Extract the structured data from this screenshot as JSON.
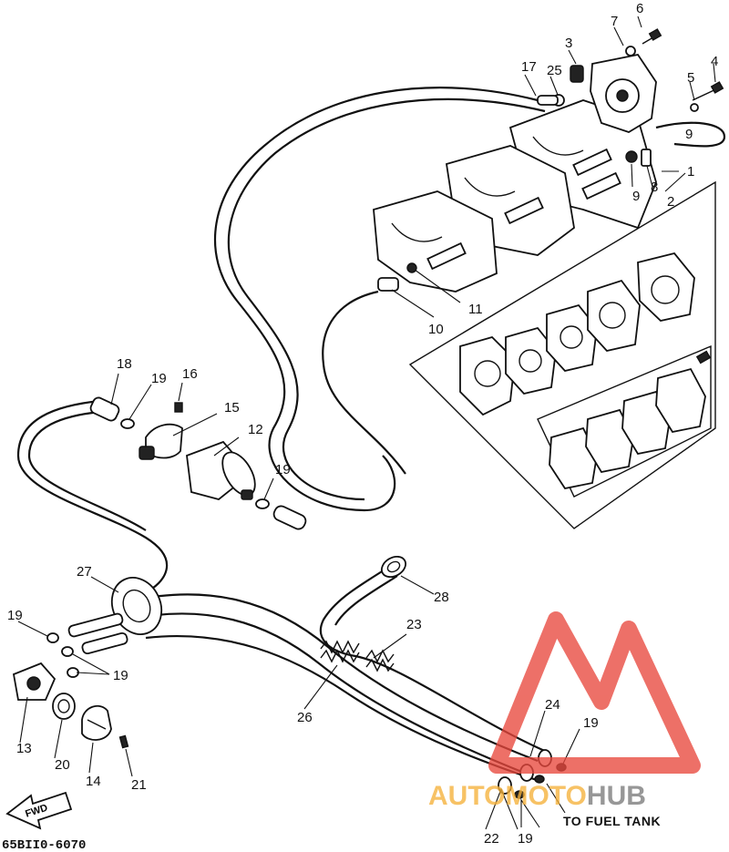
{
  "callouts": [
    {
      "label": "1"
    },
    {
      "label": "2"
    },
    {
      "label": "3"
    },
    {
      "label": "4"
    },
    {
      "label": "5"
    },
    {
      "label": "6"
    },
    {
      "label": "7"
    },
    {
      "label": "8"
    },
    {
      "label": "9"
    },
    {
      "label": "9"
    },
    {
      "label": "10"
    },
    {
      "label": "11"
    },
    {
      "label": "12"
    },
    {
      "label": "13"
    },
    {
      "label": "14"
    },
    {
      "label": "15"
    },
    {
      "label": "16"
    },
    {
      "label": "17"
    },
    {
      "label": "18"
    },
    {
      "label": "19"
    },
    {
      "label": "19"
    },
    {
      "label": "19"
    },
    {
      "label": "19"
    },
    {
      "label": "19"
    },
    {
      "label": "20"
    },
    {
      "label": "21"
    },
    {
      "label": "22"
    },
    {
      "label": "23"
    },
    {
      "label": "24"
    },
    {
      "label": "25"
    },
    {
      "label": "26"
    },
    {
      "label": "27"
    },
    {
      "label": "28"
    }
  ],
  "annotation": {
    "to_fuel_tank": "TO FUEL TANK"
  },
  "direction_arrow": {
    "label": "FWD"
  },
  "diagram_code": "65BII0-6070",
  "watermark": {
    "text_a": "AUTO",
    "text_b": "MOTO",
    "text_c": "HUB"
  },
  "colors": {
    "line": "#111111",
    "watermark_red": "#e8483d",
    "watermark_orange": "#f6b13a",
    "watermark_gray": "#7a7a7a"
  }
}
